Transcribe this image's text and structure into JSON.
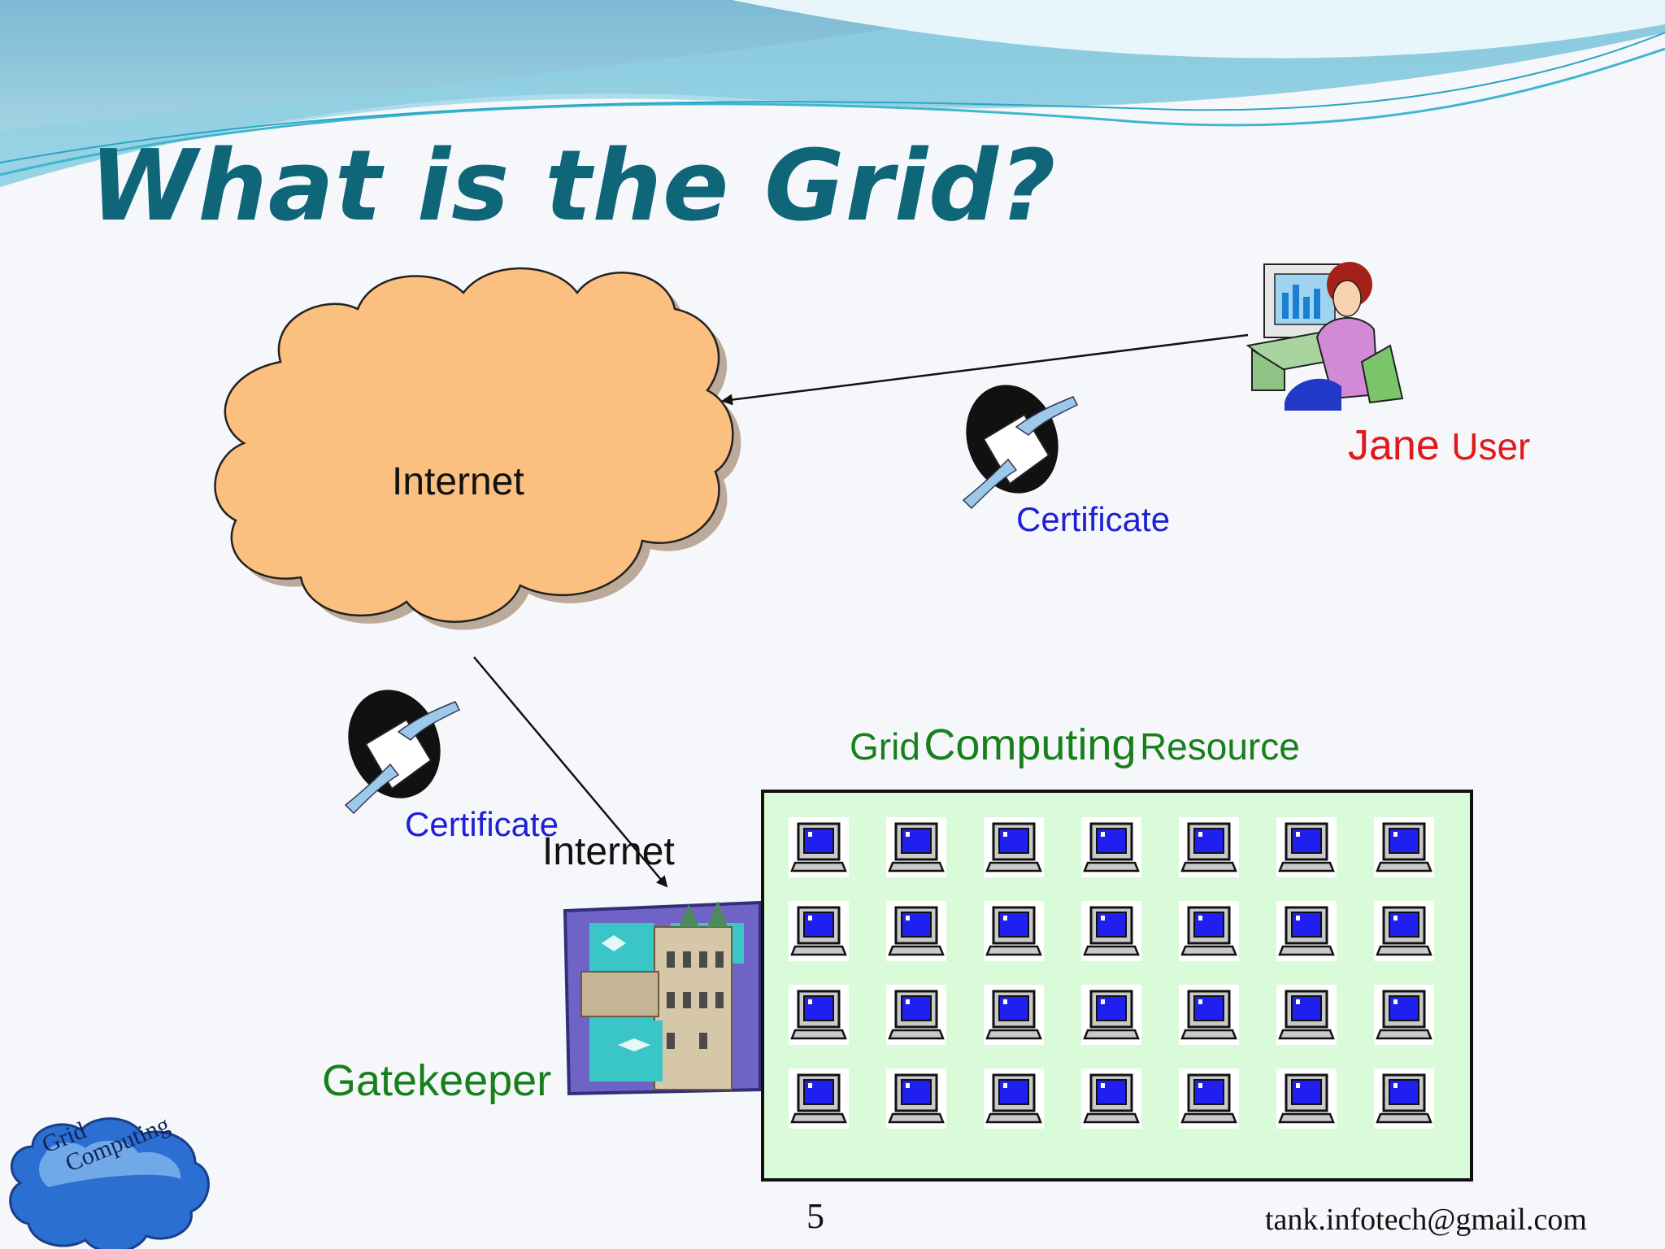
{
  "slide": {
    "title": "What is the Grid?",
    "page_number": "5",
    "footer_email": "tank.infotech@gmail.com"
  },
  "logo": {
    "line1": "Grid",
    "line2": "Computing"
  },
  "diagram": {
    "cloud_label": "Internet",
    "internet_label_2": "Internet",
    "certificate_label_1": "Certificate",
    "certificate_label_2": "Certificate",
    "user_name_first": "Jane",
    "user_name_last": "User",
    "resource_label_part1": "Grid",
    "resource_label_part2": "Computing",
    "resource_label_part3": "Resource",
    "gatekeeper_label": "Gatekeeper",
    "computer_grid": {
      "rows": 4,
      "columns": 7
    }
  },
  "colors": {
    "title": "#0f6679",
    "cloud_fill": "#fbbf80",
    "resource_box_fill": "#d9fbd9",
    "certificate_text": "#1f1fd6",
    "user_text": "#e01a1a",
    "green_text": "#17801a"
  }
}
